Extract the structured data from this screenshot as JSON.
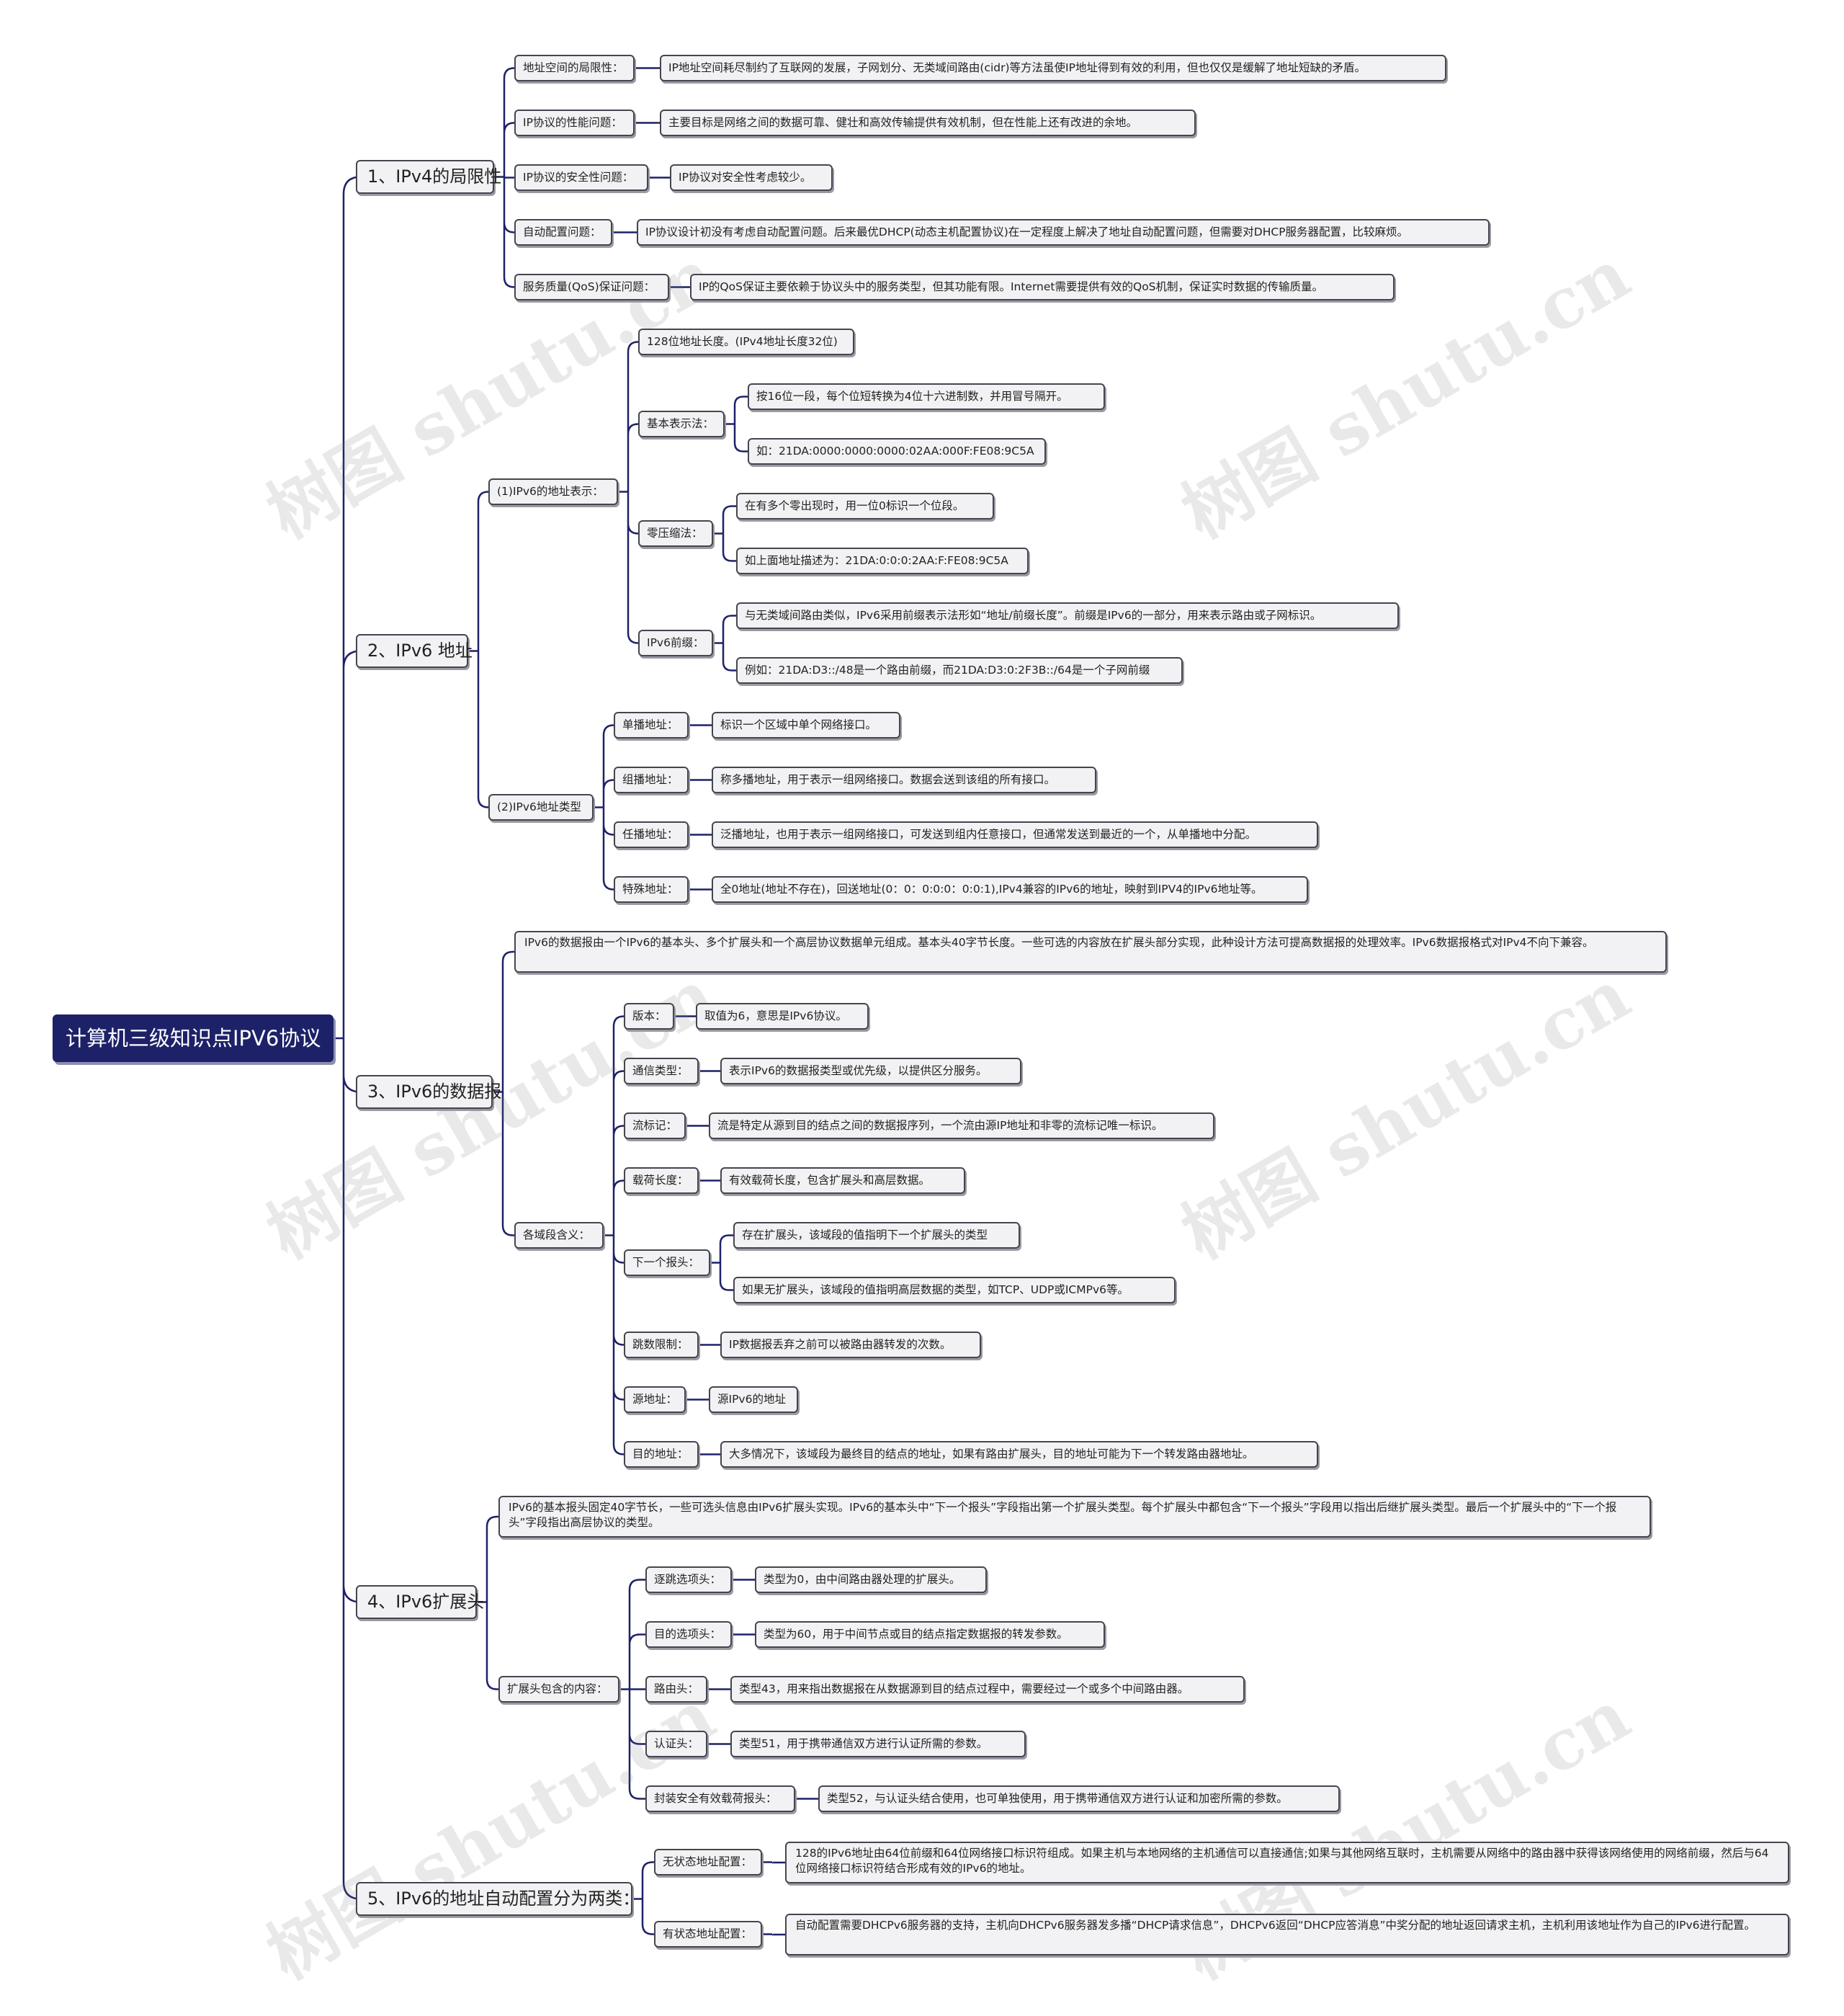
{
  "title": "计算机三级知识点IPV6协议",
  "watermark": "树图 shutu.cn",
  "colors": {
    "root_fill": "#1d2268",
    "node_fill": "#f2f2f4",
    "line": "#1d2268"
  },
  "branches": {
    "b1": {
      "label": "1、IPv4的局限性",
      "items": {
        "i1": {
          "label": "地址空间的局限性：",
          "text": "IP地址空间耗尽制约了互联网的发展，子网划分、无类域间路由(cidr)等方法虽使IP地址得到有效的利用，但也仅仅是缓解了地址短缺的矛盾。"
        },
        "i2": {
          "label": "IP协议的性能问题：",
          "text": "主要目标是网络之间的数据可靠、健壮和高效传输提供有效机制，但在性能上还有改进的余地。"
        },
        "i3": {
          "label": "IP协议的安全性问题：",
          "text": "IP协议对安全性考虑较少。"
        },
        "i4": {
          "label": "自动配置问题：",
          "text": "IP协议设计初没有考虑自动配置问题。后来最优DHCP(动态主机配置协议)在一定程度上解决了地址自动配置问题，但需要对DHCP服务器配置，比较麻烦。"
        },
        "i5": {
          "label": "服务质量(QoS)保证问题：",
          "text": "IP的QoS保证主要依赖于协议头中的服务类型，但其功能有限。Internet需要提供有效的QoS机制，保证实时数据的传输质量。"
        }
      }
    },
    "b2": {
      "label": "2、IPv6 地址",
      "rep": {
        "label": "(1)IPv6的地址表示：",
        "len": "128位地址长度。(IPv4地址长度32位)",
        "basic": {
          "label": "基本表示法：",
          "a": "按16位一段，每个位短转换为4位十六进制数，并用冒号隔开。",
          "b": "如：21DA:0000:0000:0000:02AA:000F:FE08:9C5A"
        },
        "zero": {
          "label": "零压缩法：",
          "a": "在有多个零出现时，用一位0标识一个位段。",
          "b": "如上面地址描述为：21DA:0:0:0:2AA:F:FE08:9C5A"
        },
        "prefix": {
          "label": "IPv6前缀：",
          "a": "与无类域间路由类似，IPv6采用前缀表示法形如“地址/前缀长度”。前缀是IPv6的一部分，用来表示路由或子网标识。",
          "b": "例如：21DA:D3::/48是一个路由前缀，而21DA:D3:0:2F3B::/64是一个子网前缀"
        }
      },
      "types": {
        "label": "(2)IPv6地址类型",
        "t1": {
          "label": "单播地址：",
          "text": "标识一个区域中单个网络接口。"
        },
        "t2": {
          "label": "组播地址：",
          "text": "称多播地址，用于表示一组网络接口。数据会送到该组的所有接口。"
        },
        "t3": {
          "label": "任播地址：",
          "text": "泛播地址，也用于表示一组网络接口，可发送到组内任意接口，但通常发送到最近的一个，从单播地中分配。"
        },
        "t4": {
          "label": "特殊地址：",
          "text": "全0地址(地址不存在)，回送地址(0：0：0:0:0：0:0:1),IPv4兼容的IPv6的地址，映射到IPV4的IPv6地址等。"
        }
      }
    },
    "b3": {
      "label": "3、IPv6的数据报",
      "desc": "IPv6的数据报由一个IPv6的基本头、多个扩展头和一个高层协议数据单元组成。基本头40字节长度。一些可选的内容放在扩展头部分实现，此种设计方法可提高数据报的处理效率。IPv6数据报格式对IPv4不向下兼容。",
      "fields": {
        "label": "各域段含义：",
        "f1": {
          "label": "版本：",
          "text": "取值为6，意思是IPv6协议。"
        },
        "f2": {
          "label": "通信类型：",
          "text": "表示IPv6的数据报类型或优先级，以提供区分服务。"
        },
        "f3": {
          "label": "流标记：",
          "text": "流是特定从源到目的结点之间的数据报序列，一个流由源IP地址和非零的流标记唯一标识。"
        },
        "f4": {
          "label": "载荷长度：",
          "text": "有效载荷长度，包含扩展头和高层数据。"
        },
        "f5": {
          "label": "下一个报头：",
          "a": "存在扩展头，该域段的值指明下一个扩展头的类型",
          "b": "如果无扩展头，该域段的值指明高层数据的类型，如TCP、UDP或ICMPv6等。"
        },
        "f6": {
          "label": "跳数限制：",
          "text": "IP数据报丢弃之前可以被路由器转发的次数。"
        },
        "f7": {
          "label": "源地址：",
          "text": "源IPv6的地址"
        },
        "f8": {
          "label": "目的地址：",
          "text": "大多情况下，该域段为最终目的结点的地址，如果有路由扩展头，目的地址可能为下一个转发路由器地址。"
        }
      }
    },
    "b4": {
      "label": "4、IPv6扩展头",
      "desc": "IPv6的基本报头固定40字节长，一些可选头信息由IPv6扩展头实现。IPv6的基本头中“下一个报头”字段指出第一个扩展头类型。每个扩展头中都包含“下一个报头”字段用以指出后继扩展头类型。最后一个扩展头中的“下一个报头”字段指出高层协议的类型。",
      "ext": {
        "label": "扩展头包含的内容：",
        "e1": {
          "label": "逐跳选项头：",
          "text": "类型为0，由中间路由器处理的扩展头。"
        },
        "e2": {
          "label": "目的选项头：",
          "text": "类型为60，用于中间节点或目的结点指定数据报的转发参数。"
        },
        "e3": {
          "label": "路由头：",
          "text": "类型43，用来指出数据报在从数据源到目的结点过程中，需要经过一个或多个中间路由器。"
        },
        "e4": {
          "label": "认证头：",
          "text": "类型51，用于携带通信双方进行认证所需的参数。"
        },
        "e5": {
          "label": "封装安全有效载荷报头：",
          "text": "类型52，与认证头结合使用，也可单独使用，用于携带通信双方进行认证和加密所需的参数。"
        }
      }
    },
    "b5": {
      "label": "5、IPv6的地址自动配置分为两类：",
      "s1": {
        "label": "无状态地址配置：",
        "text": "128的IPv6地址由64位前缀和64位网络接口标识符组成。如果主机与本地网络的主机通信可以直接通信;如果与其他网络互联时，主机需要从网络中的路由器中获得该网络使用的网络前缀，然后与64位网络接口标识符结合形成有效的IPv6的地址。"
      },
      "s2": {
        "label": "有状态地址配置：",
        "text": "自动配置需要DHCPv6服务器的支持，主机向DHCPv6服务器发多播“DHCP请求信息”，DHCPv6返回“DHCP应答消息”中奖分配的地址返回请求主机，主机利用该地址作为自己的IPv6进行配置。"
      }
    }
  }
}
